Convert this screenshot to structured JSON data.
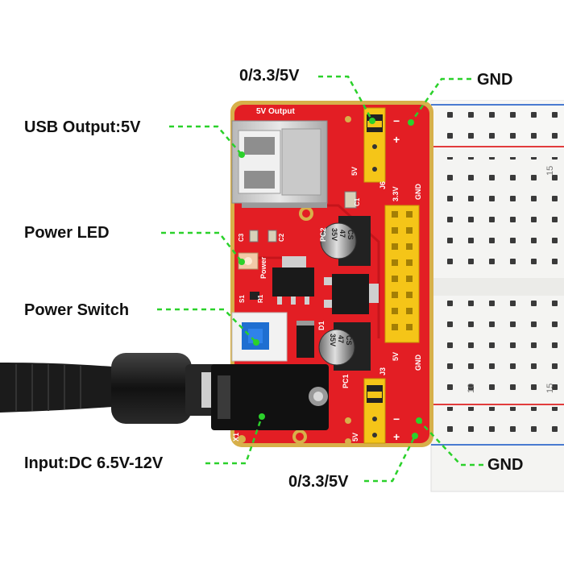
{
  "callouts": {
    "usb_output": "USB Output:5V",
    "power_led": "Power LED",
    "power_switch": "Power Switch",
    "input_dc": "Input:DC 6.5V-12V",
    "top_voltage": "0/3.3/5V",
    "bottom_voltage": "0/3.3/5V",
    "top_gnd": "GND",
    "bottom_gnd": "GND"
  },
  "silkscreen": {
    "usb_header": "5V Output",
    "power": "Power",
    "pc1": "PC1",
    "pc2": "PC2",
    "r1": "R1",
    "d1": "D1",
    "s1": "S1",
    "c1": "C1",
    "c2": "C2",
    "c3": "C3",
    "j3": "J3",
    "j6": "J6",
    "five_v_top": "5V",
    "five_v_right": "5V",
    "five_v_bottom": "5V",
    "three_v3": "3.3V",
    "gnd_top": "GND",
    "gnd_bottom": "GND",
    "plus_top": "+",
    "minus_top": "−",
    "plus_bottom": "+",
    "minus_bottom": "−",
    "x1": "X1",
    "cap_text_1": "CS",
    "cap_text_2": "47",
    "cap_text_3": "35V"
  },
  "breadboard": {
    "row_15_top": "15",
    "row_10": "10",
    "row_15_bottom": "15"
  },
  "colors": {
    "pcb_red": "#e31e24",
    "pcb_border": "#d7b04a",
    "callout_line": "#2bd12b",
    "breadboard": "#f4f4f2",
    "jumper_yellow": "#f5c518"
  }
}
